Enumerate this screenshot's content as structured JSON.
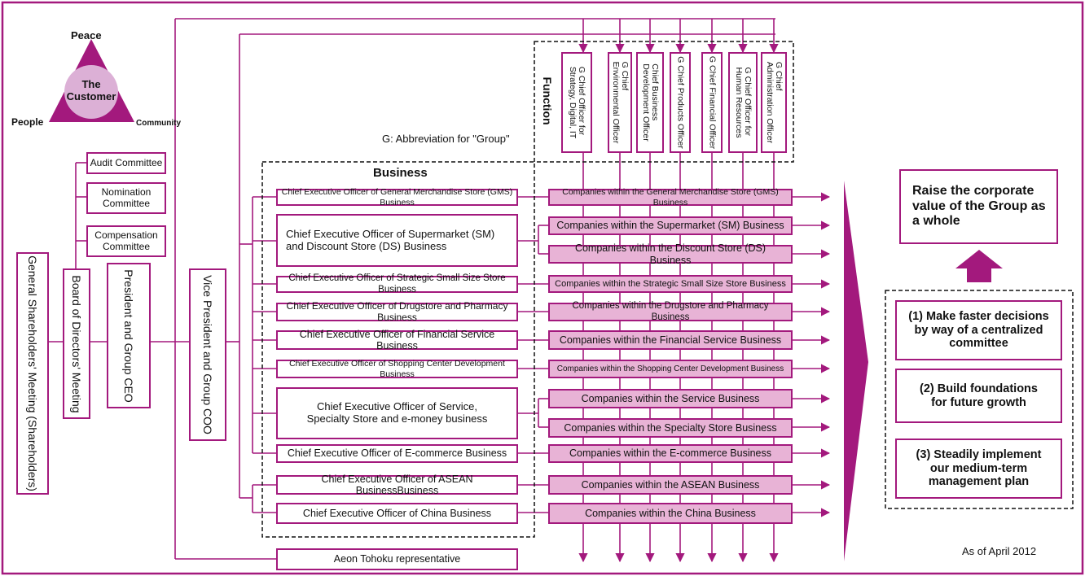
{
  "triangle": {
    "top": "Peace",
    "left": "People",
    "right": "Community",
    "center": "The\nCustomer"
  },
  "note": "G: Abbreviation for \"Group\"",
  "function_label": "Function",
  "business_label": "Business",
  "governance": {
    "shareholders": "General Shareholders' Meeting (Shareholders)",
    "board": "Board of Directors' Meeting",
    "president": "President and Group CEO",
    "vice_president": "Vice President and Group COO",
    "committees": [
      "Audit Committee",
      "Nomination Committee",
      "Compensation Committee"
    ]
  },
  "functions": [
    "G Chief Officer for\nStrategy, Digital, IT",
    "G Chief\nEnvironmental Officer",
    "Chief Business\nDevelopment Officer",
    "G Chief Products Officer",
    "G Chief Financial Officer",
    "G Chief Officer for\nHuman Resources",
    "G Chief\nAdministration Officer"
  ],
  "ceos": [
    "Chief Executive Officer of General Merchandise Store (GMS) Business",
    "Chief Executive Officer of Supermarket (SM) and Discount Store (DS) Business",
    "Chief Executive Officer of Strategic Small Size Store Business",
    "Chief Executive Officer of Drugstore and Pharmacy Business",
    "Chief Executive Officer of Financial Service Business",
    "Chief Executive Officer of Shopping Center Development Business",
    "Chief Executive Officer of Service, Specialty Store and e-money business",
    "Chief Executive Officer of E-commerce Business",
    "Chief Executive Officer of ASEAN BusinessBusiness",
    "Chief Executive Officer of China Business"
  ],
  "companies": [
    "Companies within the General Merchandise Store (GMS) Business",
    "Companies within the Supermarket (SM) Business",
    "Companies within the Discount Store (DS) Business",
    "Companies within the Strategic Small Size Store Business",
    "Companies within the Drugstore and Pharmacy Business",
    "Companies within the Financial Service Business",
    "Companies within the Shopping Center Development Business",
    "Companies within the Service Business",
    "Companies within the Specialty Store Business",
    "Companies within the E-commerce Business",
    "Companies within the ASEAN Business",
    "Companies within the China Business"
  ],
  "tohoku": "Aeon Tohoku representative",
  "goal": "Raise the corporate value of the Group as a whole",
  "initiatives": [
    "(1) Make faster decisions\nby way of a centralized\ncommittee",
    "(2) Build foundations\nfor future growth",
    "(3) Steadily implement\nour medium-term\nmanagement plan"
  ],
  "date_note": "As of April 2012",
  "colors": {
    "accent": "#a3197d",
    "company_fill": "#e8b3d6",
    "triangle_circle": "#dcb0d6"
  }
}
